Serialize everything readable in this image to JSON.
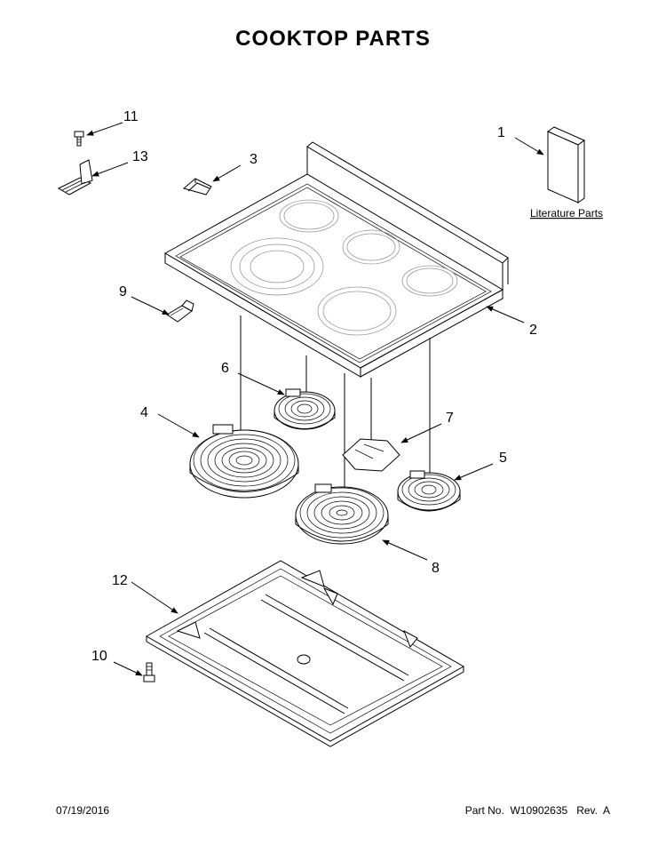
{
  "title": "COOKTOP PARTS",
  "literature_label": "Literature Parts",
  "callouts": [
    "1",
    "2",
    "3",
    "4",
    "5",
    "6",
    "7",
    "8",
    "9",
    "10",
    "11",
    "12",
    "13"
  ],
  "footer": {
    "date": "07/19/2016",
    "part_number": "Part No.  W10902635   Rev.  A"
  }
}
